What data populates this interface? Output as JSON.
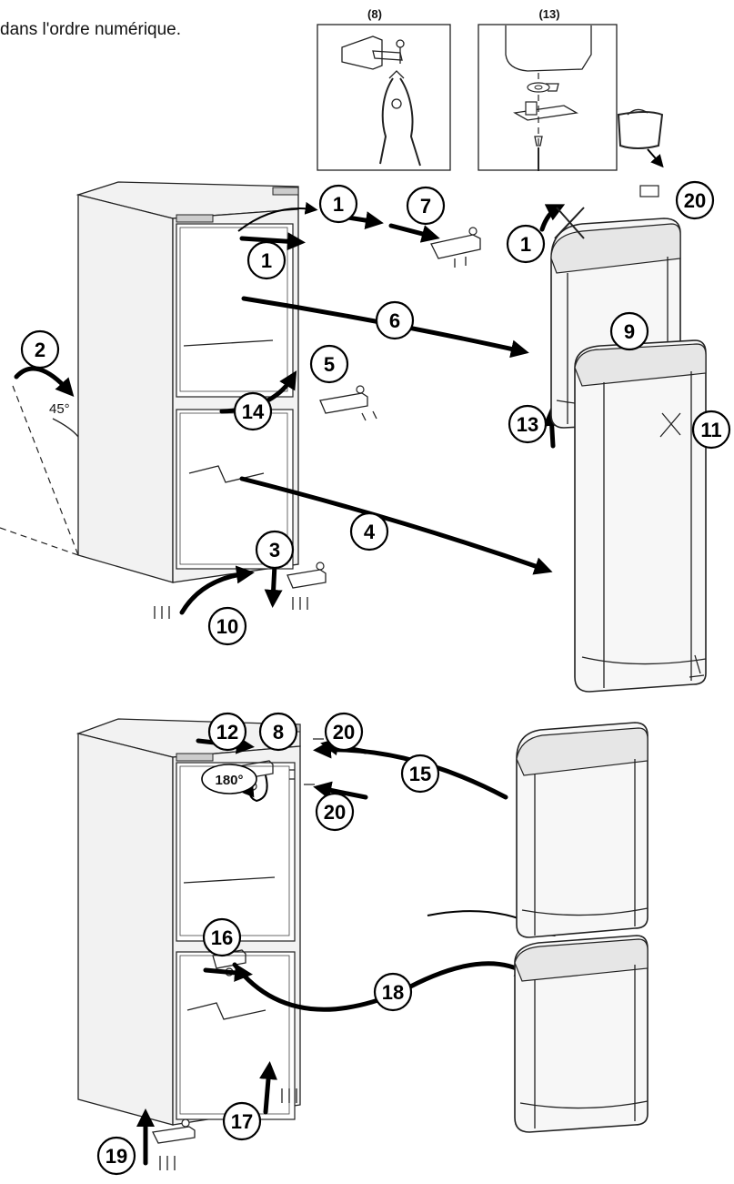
{
  "caption": "dans l'ordre numérique.",
  "insets": [
    {
      "label": "(8)"
    },
    {
      "label": "(13)"
    }
  ],
  "angle_label": "45°",
  "rotation_label": "180°",
  "steps": [
    "1",
    "1",
    "1",
    "2",
    "3",
    "4",
    "5",
    "6",
    "7",
    "9",
    "10",
    "11",
    "13",
    "14",
    "20",
    "12",
    "8",
    "20",
    "20",
    "15",
    "16",
    "18",
    "17",
    "19"
  ]
}
